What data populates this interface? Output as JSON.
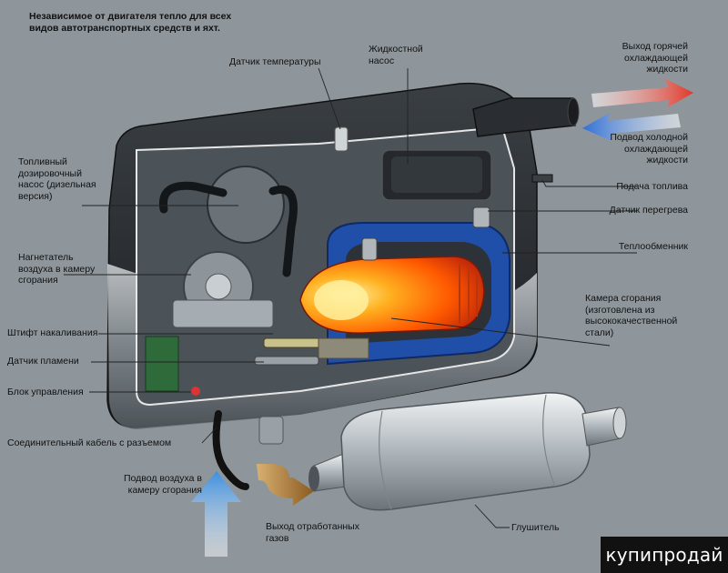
{
  "header": {
    "line1": "Независимое от двигателя тепло для всех",
    "line2": "видов автотранспортных средств и яхт."
  },
  "labels": {
    "temp_sensor": "Датчик температуры",
    "pump_1": "Жидкостной",
    "pump_2": "насос",
    "hot_out_1": "Выход горячей",
    "hot_out_2": "охлаждающей",
    "hot_out_3": "жидкости",
    "cold_in_1": "Подвод холодной",
    "cold_in_2": "охлаждающей",
    "cold_in_3": "жидкости",
    "fuel_pump_1": "Топливный",
    "fuel_pump_2": "дозировочный",
    "fuel_pump_3": "насос (дизельная",
    "fuel_pump_4": "версия)",
    "fuel_supply": "Подача топлива",
    "overheat": "Датчик перегрева",
    "exchanger": "Теплообменник",
    "blower_1": "Нагнетатель",
    "blower_2": "воздуха в камеру",
    "blower_3": "сгорания",
    "chamber_1": "Камера сгорания",
    "chamber_2": "(изготовлена из",
    "chamber_3": "высококачественной",
    "chamber_4": "стали)",
    "glow_pin": "Штифт накаливания",
    "flame_sensor": "Датчик пламени",
    "control_unit": "Блок управления",
    "cable": "Соединительный кабель с разъемом",
    "air_in_1": "Подвод воздуха в",
    "air_in_2": "камеру сгорания",
    "exhaust_1": "Выход отработанных",
    "exhaust_2": "газов",
    "muffler": "Глушитель"
  },
  "watermark": "купипродай",
  "colors": {
    "background": "#8f969b",
    "hot_arrow": "#e0382a",
    "cold_arrow": "#2f6fd6",
    "air_arrow": "#5aa8e6",
    "exhaust_arrow": "#b07a3a",
    "flame": "#ff6a00",
    "coolant": "#1f4fa8"
  }
}
